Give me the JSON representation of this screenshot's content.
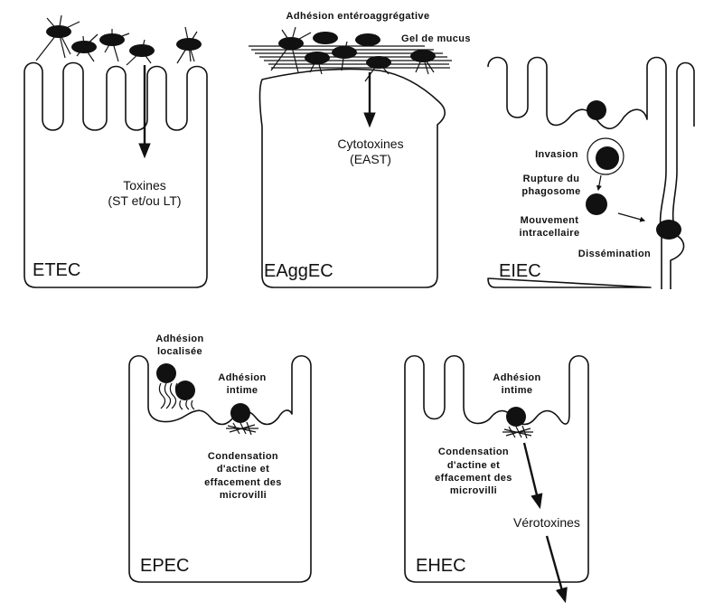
{
  "panels": {
    "etec": {
      "name": "ETEC",
      "toxin_line1": "Toxines",
      "toxin_line2": "(ST et/ou LT)"
    },
    "eaggec": {
      "name": "EAggEC",
      "adhesion": "Adhésion entéroaggrégative",
      "mucus": "Gel de mucus",
      "toxin_line1": "Cytotoxines",
      "toxin_line2": "(EAST)"
    },
    "eiec": {
      "name": "EIEC",
      "invasion": "Invasion",
      "rupture_line1": "Rupture du",
      "rupture_line2": "phagosome",
      "movement_line1": "Mouvement",
      "movement_line2": "intracellaire",
      "dissemination": "Dissémination"
    },
    "epec": {
      "name": "EPEC",
      "localized_line1": "Adhésion",
      "localized_line2": "localisée",
      "intimate_line1": "Adhésion",
      "intimate_line2": "intime",
      "actin_line1": "Condensation",
      "actin_line2": "d'actine et",
      "actin_line3": "effacement des",
      "actin_line4": "microvilli"
    },
    "ehec": {
      "name": "EHEC",
      "intimate_line1": "Adhésion",
      "intimate_line2": "intime",
      "actin_line1": "Condensation",
      "actin_line2": "d'actine et",
      "actin_line3": "effacement des",
      "actin_line4": "microvilli",
      "toxin": "Vérotoxines"
    }
  }
}
